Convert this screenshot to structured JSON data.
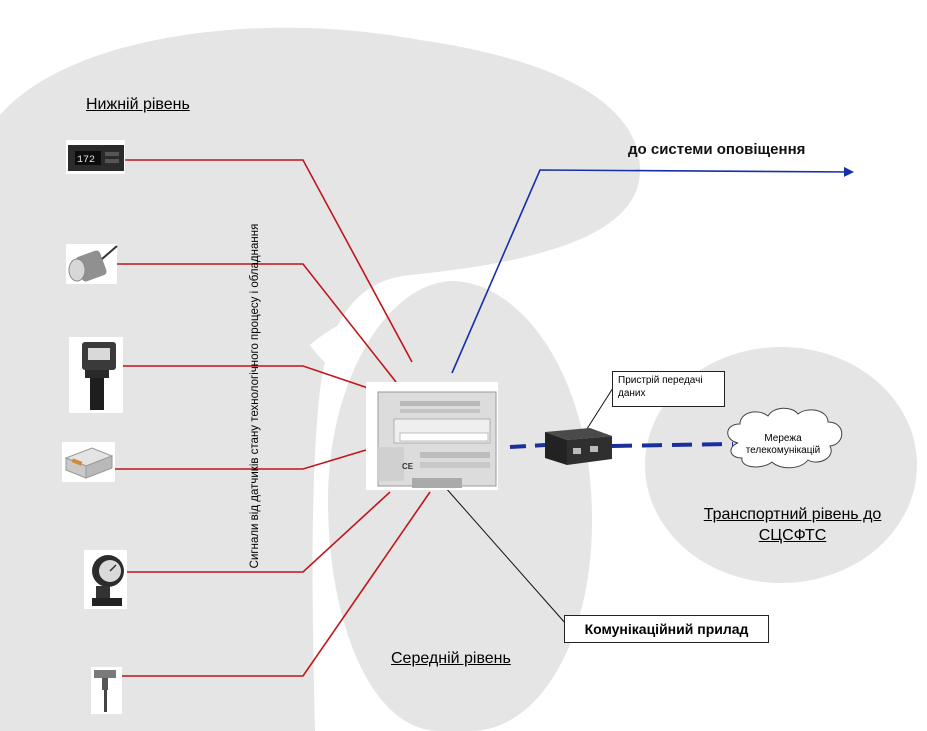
{
  "labels": {
    "lower_level": "Нижній рівень",
    "middle_level": "Середній рівень",
    "to_alert_system": "до системи оповіщення",
    "transport_level": "Транспортний рівень до СЦСФТС",
    "sensor_signals": "Сигнали від датчиків стану технологічного процесу і обладнання",
    "comm_device": "Комунікаційний прилад",
    "data_tx_device": "Пристрій передачі даних",
    "telecom_network": "Мережа телекомунікацій"
  },
  "device_panel": {
    "ce_mark": "CE"
  },
  "colors": {
    "region_fill": "#e5e5e5",
    "sensor_line": "#c0151b",
    "alert_line": "#1630a8",
    "network_link": "#1a2f9c"
  },
  "sensors": [
    {
      "icon": "panel-meter-icon"
    },
    {
      "icon": "proximity-sensor-icon"
    },
    {
      "icon": "level-meter-icon"
    },
    {
      "icon": "relay-icon"
    },
    {
      "icon": "pressure-gauge-icon"
    },
    {
      "icon": "temperature-probe-icon"
    }
  ]
}
